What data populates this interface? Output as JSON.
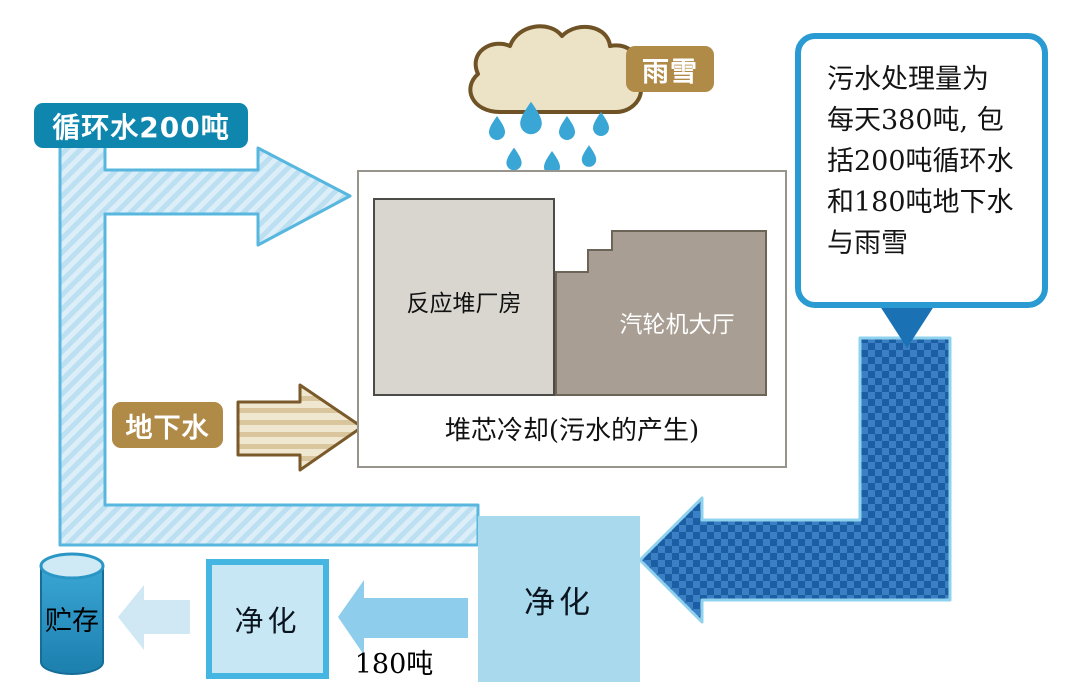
{
  "diagram": {
    "circulating_water_label": "循环水200吨",
    "rain_snow_label": "雨雪",
    "groundwater_label": "地下水",
    "callout_lines": [
      "污水处理量为",
      "每天380吨, 包",
      "括200吨循环水",
      "和180吨地下水",
      "与雨雪"
    ],
    "callout_text": "污水处理量为每天380吨, 包括200吨循环水和180吨地下水与雨雪",
    "reactor_building_label": "反应堆厂房",
    "turbine_hall_label": "汽轮机大厅",
    "core_cooling_caption": "堆芯冷却(污水的产生)",
    "purification_main_label": "净化",
    "purification_secondary_label": "净化",
    "flow_180_label": "180吨",
    "storage_label": "贮存"
  },
  "colors": {
    "teal_label_bg": "#0f86ae",
    "tan_label_bg": "#b08a47",
    "light_flow_fill": "#dceef8",
    "light_flow_stroke": "#57b7de",
    "dark_flow": "#1b5ea3",
    "callout_border": "#2a9ad2",
    "purify_main_bg": "#a9d9ed",
    "purify_small_border": "#45b5e2",
    "storage_cylinder": "#2a96c6",
    "cloud_fill": "#ece3c6",
    "cloud_stroke": "#6f5326"
  }
}
